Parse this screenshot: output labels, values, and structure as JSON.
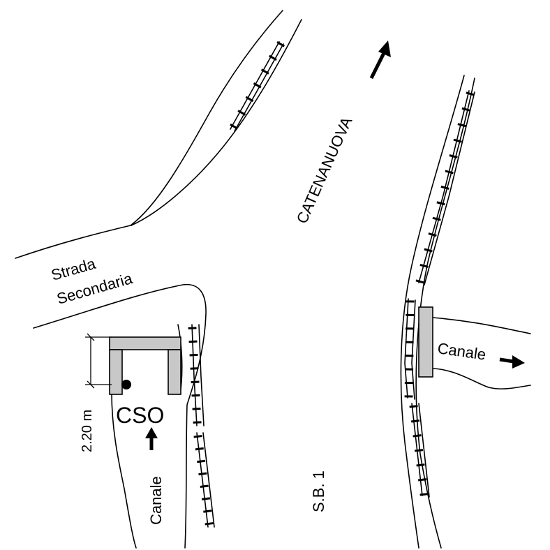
{
  "labels": {
    "strada_line1": "Strada",
    "strada_line2": "Secondaria",
    "catenanuova": "CATENANUOVA",
    "sb1": "S.B. 1",
    "cso": "CSO",
    "canale_bottom": "Canale",
    "canale_right": "Canale",
    "dimension": "2.20 m"
  },
  "colors": {
    "line": "#000000",
    "structure_fill": "#c8c8c8",
    "background": "#ffffff"
  },
  "icons": {
    "flow_arrow": "arrow-icon",
    "barrier": "guardrail-icon",
    "outlet_point": "dot-icon"
  }
}
